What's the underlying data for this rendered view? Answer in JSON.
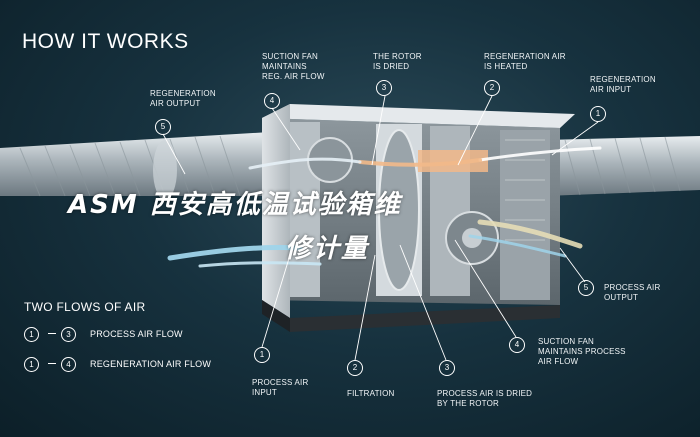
{
  "title": "HOW IT WORKS",
  "overlay": {
    "line1": "ASM    西安高低温试验箱维",
    "line2": "修计量"
  },
  "legend": {
    "title": "TWO FLOWS OF AIR",
    "rows": [
      {
        "from": "1",
        "to": "3",
        "label": "PROCESS AIR FLOW"
      },
      {
        "from": "1",
        "to": "4",
        "label": "REGENERATION AIR FLOW"
      }
    ]
  },
  "top_callouts": [
    {
      "num": "5",
      "label": "REGENERATION\nAIR OUTPUT"
    },
    {
      "num": "4",
      "label": "SUCTION FAN\nMAINTAINS\nREG. AIR FLOW"
    },
    {
      "num": "3",
      "label": "THE ROTOR\nIS DRIED"
    },
    {
      "num": "2",
      "label": "REGENERATION AIR\nIS HEATED"
    },
    {
      "num": "1",
      "label": "REGENERATION\nAIR INPUT"
    }
  ],
  "bottom_callouts": [
    {
      "num": "1",
      "label": "PROCESS AIR\nINPUT"
    },
    {
      "num": "2",
      "label": "FILTRATION"
    },
    {
      "num": "3",
      "label": "PROCESS AIR IS DRIED\nBY THE ROTOR"
    },
    {
      "num": "4",
      "label": "SUCTION FAN\nMAINTAINS PROCESS\nAIR FLOW"
    },
    {
      "num": "5",
      "label": "PROCESS AIR\nOUTPUT"
    }
  ],
  "colors": {
    "background": "#17323f",
    "regeneration_air": "#f2b98a",
    "process_air": "#9fd4ea",
    "unit_body": "#c9ced2"
  }
}
